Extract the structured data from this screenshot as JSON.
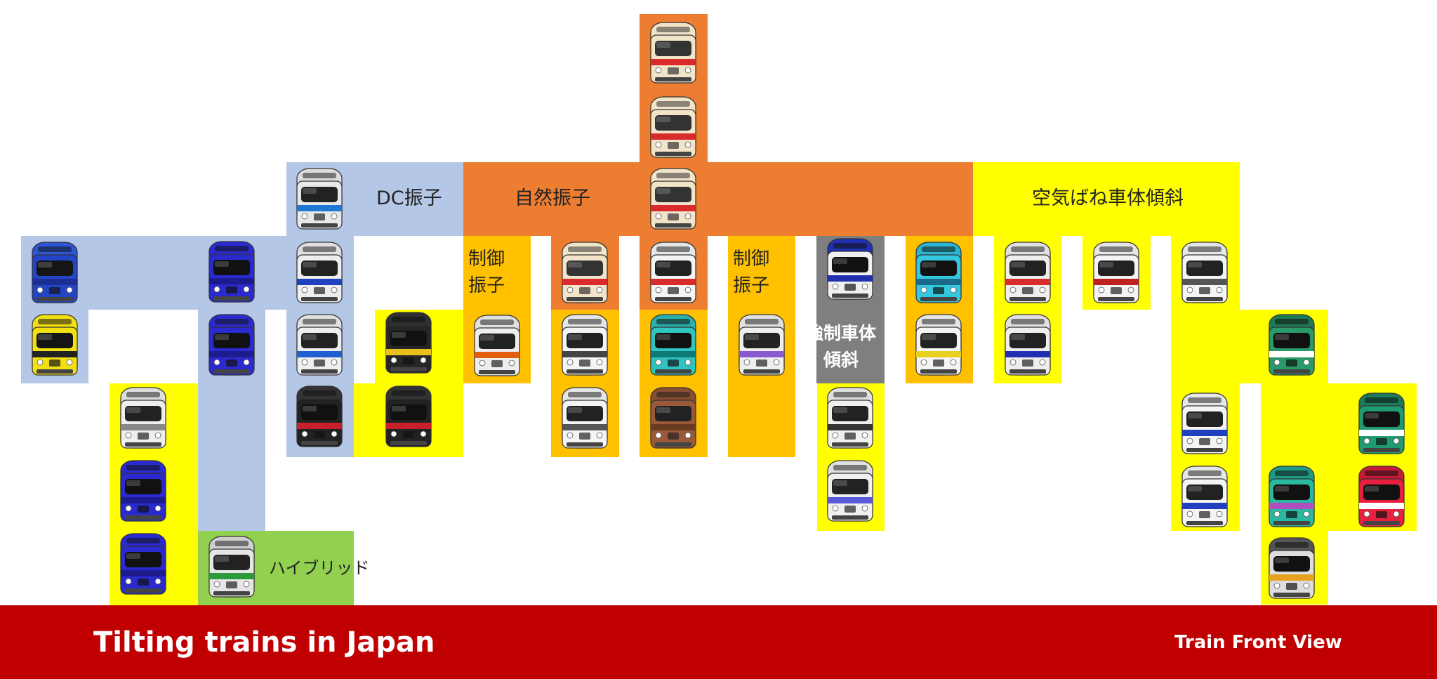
{
  "categories": {
    "dc": "DC振子",
    "natural": "自然振子",
    "control_left": "制御\n振子",
    "control_right": "制御\n振子",
    "forced": "強制車体\n傾斜",
    "air": "空気ばね車体傾斜",
    "hybrid": "ハイブリッド"
  },
  "colors": {
    "dc": "#b4c7e7",
    "natural": "#ed7d31",
    "control": "#ffc000",
    "forced": "#7f7f7f",
    "air": "#ffff00",
    "hybrid": "#92d050",
    "footer": "#c00000"
  },
  "footer": {
    "title": "Tilting trains in Japan",
    "brand": "Train Front View"
  },
  "trains": [
    {
      "id": "t1",
      "body": "#f2e4c9",
      "band": "#d92b2b",
      "roof": "#f2e4c9",
      "window": "#333333"
    },
    {
      "id": "t2",
      "body": "#f2e4c9",
      "band": "#d92b2b",
      "roof": "#f2e4c9",
      "window": "#333333"
    },
    {
      "id": "t3",
      "body": "#f2e4c9",
      "band": "#d92b2b",
      "roof": "#f2e4c9",
      "window": "#333333"
    },
    {
      "id": "t4",
      "body": "#e8e8e8",
      "band": "#1f78d1",
      "roof": "#dcdcdc",
      "window": "#222222"
    },
    {
      "id": "t5",
      "body": "#2444c8",
      "band": "#1a2f90",
      "roof": "#2e55d6",
      "window": "#151515"
    },
    {
      "id": "t6",
      "body": "#f2e012",
      "band": "#222222",
      "roof": "#f2e012",
      "window": "#151515"
    },
    {
      "id": "t7",
      "body": "#2a2ad0",
      "band": "#1c1c8f",
      "roof": "#2a2ad0",
      "window": "#111111"
    },
    {
      "id": "t8",
      "body": "#2a2ad0",
      "band": "#1c1c8f",
      "roof": "#2a2ad0",
      "window": "#111111"
    },
    {
      "id": "t9",
      "body": "#eeeeee",
      "band": "#2040c0",
      "roof": "#e0e0e0",
      "window": "#222222"
    },
    {
      "id": "t10",
      "body": "#eeeeee",
      "band": "#1f5fd0",
      "roof": "#e0e0e0",
      "window": "#222222"
    },
    {
      "id": "t11",
      "body": "#222222",
      "band": "#c8202a",
      "roof": "#333333",
      "window": "#111111"
    },
    {
      "id": "t12",
      "body": "#262626",
      "band": "#e8c020",
      "roof": "#303030",
      "window": "#111111"
    },
    {
      "id": "t13",
      "body": "#222222",
      "band": "#c8202a",
      "roof": "#333333",
      "window": "#111111"
    },
    {
      "id": "t14",
      "body": "#eeeeee",
      "band": "#888888",
      "roof": "#dddddd",
      "window": "#222222"
    },
    {
      "id": "t15",
      "body": "#2a2ad0",
      "band": "#1c1c8f",
      "roof": "#2a2ad0",
      "window": "#111111"
    },
    {
      "id": "t16",
      "body": "#2a2ad0",
      "band": "#1c1c8f",
      "roof": "#2a2ad0",
      "window": "#111111"
    },
    {
      "id": "t17",
      "body": "#e6e6e6",
      "band": "#2a9a3a",
      "roof": "#cfcfcf",
      "window": "#222222"
    },
    {
      "id": "t18",
      "body": "#eeeeee",
      "band": "#e06010",
      "roof": "#e0e0e0",
      "window": "#222222"
    },
    {
      "id": "t19",
      "body": "#f2e4c9",
      "band": "#d92b2b",
      "roof": "#f2e4c9",
      "window": "#333333"
    },
    {
      "id": "t20",
      "body": "#f4f4f4",
      "band": "#444444",
      "roof": "#e6e6e6",
      "window": "#222222"
    },
    {
      "id": "t21",
      "body": "#f4f4f4",
      "band": "#555555",
      "roof": "#e6e6e6",
      "window": "#222222"
    },
    {
      "id": "t22",
      "body": "#f4f4f4",
      "band": "#d92b2b",
      "roof": "#e6e6e6",
      "window": "#222222"
    },
    {
      "id": "t23",
      "body": "#30c4c0",
      "band": "#0e7a76",
      "roof": "#2ab0ac",
      "window": "#111111"
    },
    {
      "id": "t24",
      "body": "#9a5a3a",
      "band": "#6a3a22",
      "roof": "#8a4e30",
      "window": "#222222"
    },
    {
      "id": "t25",
      "body": "#eeeeee",
      "band": "#8a5ad0",
      "roof": "#e0e0e0",
      "window": "#222222"
    },
    {
      "id": "t26",
      "body": "#f0f0f0",
      "band": "#2030b0",
      "roof": "#2030b0",
      "window": "#111111"
    },
    {
      "id": "t27",
      "body": "#f0f0f0",
      "band": "#333333",
      "roof": "#e0e0e0",
      "window": "#222222"
    },
    {
      "id": "t28",
      "body": "#f0f0f0",
      "band": "#5a5ad8",
      "roof": "#e0e0e0",
      "window": "#222222"
    },
    {
      "id": "t29",
      "body": "#34c8e0",
      "band": "#1a6a8a",
      "roof": "#2ab6d0",
      "window": "#111111"
    },
    {
      "id": "t30",
      "body": "#f4f4f4",
      "band": "#e8d020",
      "roof": "#e6e6e6",
      "window": "#222222"
    },
    {
      "id": "t31",
      "body": "#eeeeee",
      "band": "#d92b2b",
      "roof": "#e0e0e0",
      "window": "#222222"
    },
    {
      "id": "t32",
      "body": "#eeeeee",
      "band": "#2030b0",
      "roof": "#e0e0e0",
      "window": "#222222"
    },
    {
      "id": "t33",
      "body": "#f4f4f4",
      "band": "#c02020",
      "roof": "#e6e6e6",
      "window": "#222222"
    },
    {
      "id": "t34",
      "body": "#f4f4f4",
      "band": "#555555",
      "roof": "#e6e6e6",
      "window": "#222222"
    },
    {
      "id": "t35",
      "body": "#2a9a6a",
      "band": "#ffffff",
      "roof": "#1f7a52",
      "window": "#111111"
    },
    {
      "id": "t36",
      "body": "#f4f4f4",
      "band": "#2040c0",
      "roof": "#e6e6e6",
      "window": "#222222"
    },
    {
      "id": "t37",
      "body": "#1f9a72",
      "band": "#ffffff",
      "roof": "#1a7a5a",
      "window": "#111111"
    },
    {
      "id": "t38",
      "body": "#f4f4f4",
      "band": "#2040c0",
      "roof": "#e6e6e6",
      "window": "#222222"
    },
    {
      "id": "t39",
      "body": "#2ab8a0",
      "band": "#b050c0",
      "roof": "#1f9a86",
      "window": "#111111"
    },
    {
      "id": "t40",
      "body": "#e82040",
      "band": "#ffffff",
      "roof": "#c81a36",
      "window": "#111111"
    },
    {
      "id": "t41",
      "body": "#dddddd",
      "band": "#e8a020",
      "roof": "#555555",
      "window": "#111111"
    }
  ]
}
